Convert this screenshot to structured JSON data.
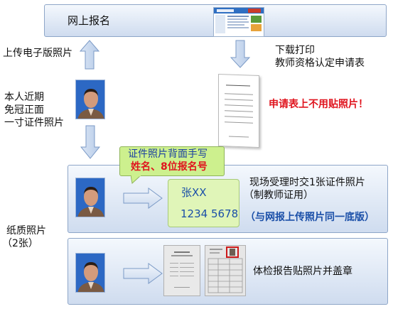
{
  "top": {
    "title": "网上报名"
  },
  "left": {
    "upload_label": "上传电子版照片",
    "photo_desc_lines": [
      "本人近期",
      "免冠正面",
      "一寸证件照片"
    ],
    "paper_label_lines": [
      "纸质照片",
      "（2张）"
    ]
  },
  "right": {
    "download_lines": [
      "下载打印",
      "教师资格认定申请表"
    ],
    "no_photo_note": "申请表上不用贴照片！"
  },
  "callout": {
    "line1": "证件照片背面手写",
    "line2": "姓名、8位报名号"
  },
  "card": {
    "name": "张XX",
    "number": "1234  5678"
  },
  "row1": {
    "desc_lines": [
      "现场受理时交1张证件照片",
      "（制教师证用）"
    ],
    "note": "（与网报上传照片同一底版）"
  },
  "row2": {
    "desc": "体检报告贴照片并盖章"
  },
  "colors": {
    "band_border": "#8ea6c8",
    "photo_bg": "#2c68c4",
    "callout_bg": "#cdf08e",
    "card_bg": "#e0f5b8",
    "accent_red": "#e0141e",
    "accent_blue": "#1a4fa8"
  },
  "icons": [
    "website-thumbnail",
    "form-document",
    "health-report-documents"
  ]
}
